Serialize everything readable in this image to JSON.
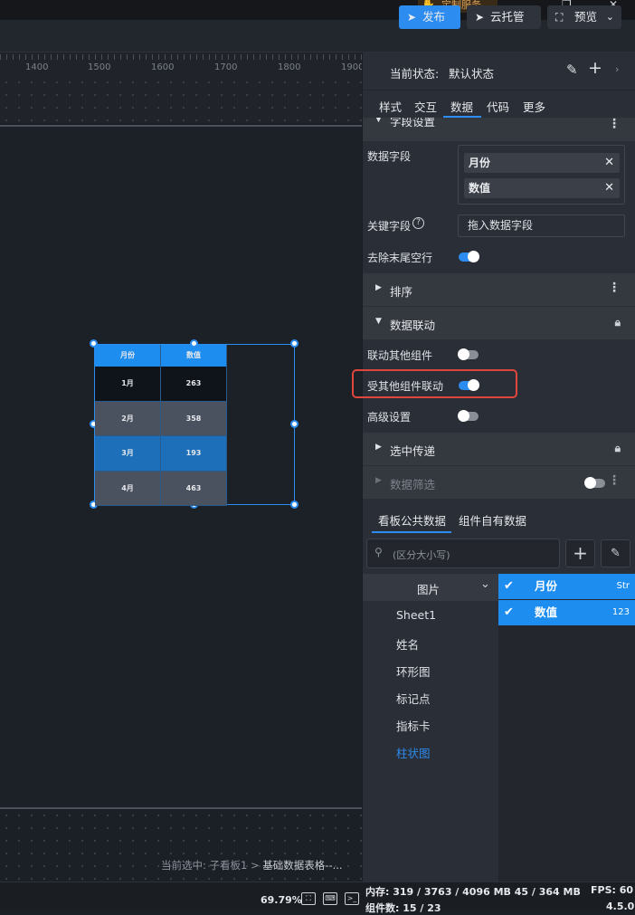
{
  "topbar": {
    "custom_service": "定制服务"
  },
  "toolbar": {
    "publish": "发布",
    "cloud": "云托管",
    "preview": "预览"
  },
  "ruler": {
    "ticks": [
      "1400",
      "1500",
      "1600",
      "1700",
      "1800",
      "1900"
    ]
  },
  "canvas": {
    "selection_prefix": "当前选中: 子看板1 > ",
    "selection_target": "基础数据表格--..."
  },
  "table_widget": {
    "headers": [
      "月份",
      "数值"
    ],
    "rows": [
      {
        "month": "1月",
        "value": "263",
        "bg": "#0f141b"
      },
      {
        "month": "2月",
        "value": "358",
        "bg": "#4a5260"
      },
      {
        "month": "3月",
        "value": "193",
        "bg": "#1c6fb8"
      },
      {
        "month": "4月",
        "value": "463",
        "bg": "#4a5260"
      }
    ]
  },
  "panel": {
    "current_state_label": "当前状态:",
    "current_state_value": "默认状态",
    "tabs": [
      "样式",
      "交互",
      "数据",
      "代码",
      "更多"
    ],
    "active_tab": "数据",
    "field_settings_title": "字段设置",
    "data_fields_label": "数据字段",
    "data_fields": [
      "月份",
      "数值"
    ],
    "key_field_label": "关键字段",
    "key_field_placeholder": "拖入数据字段",
    "remove_trailing_label": "去除末尾空行",
    "remove_trailing_on": true,
    "sort_title": "排序",
    "linkage_title": "数据联动",
    "link_others_label": "联动其他组件",
    "link_others_on": false,
    "linked_by_others_label": "受其他组件联动",
    "linked_by_others_on": true,
    "advanced_label": "高级设置",
    "advanced_on": false,
    "selection_pass_title": "选中传递",
    "data_filter_title": "数据筛选",
    "data_tabs": [
      "看板公共数据",
      "组件自有数据"
    ],
    "search_placeholder": "(区分大小写)",
    "dataset_group": "图片",
    "datasets": [
      "Sheet1",
      "姓名",
      "环形图",
      "标记点",
      "指标卡",
      "柱状图"
    ],
    "active_dataset": "柱状图",
    "fields": [
      {
        "name": "月份",
        "type": "Str"
      },
      {
        "name": "数值",
        "type": "123"
      }
    ]
  },
  "statusbar": {
    "zoom": "69.79%",
    "memory": "内存: 319 / 3763 / 4096 MB  45 / 364 MB",
    "fps": "FPS: 60",
    "component_count": "组件数: 15 / 23",
    "version": "4.5.0"
  }
}
